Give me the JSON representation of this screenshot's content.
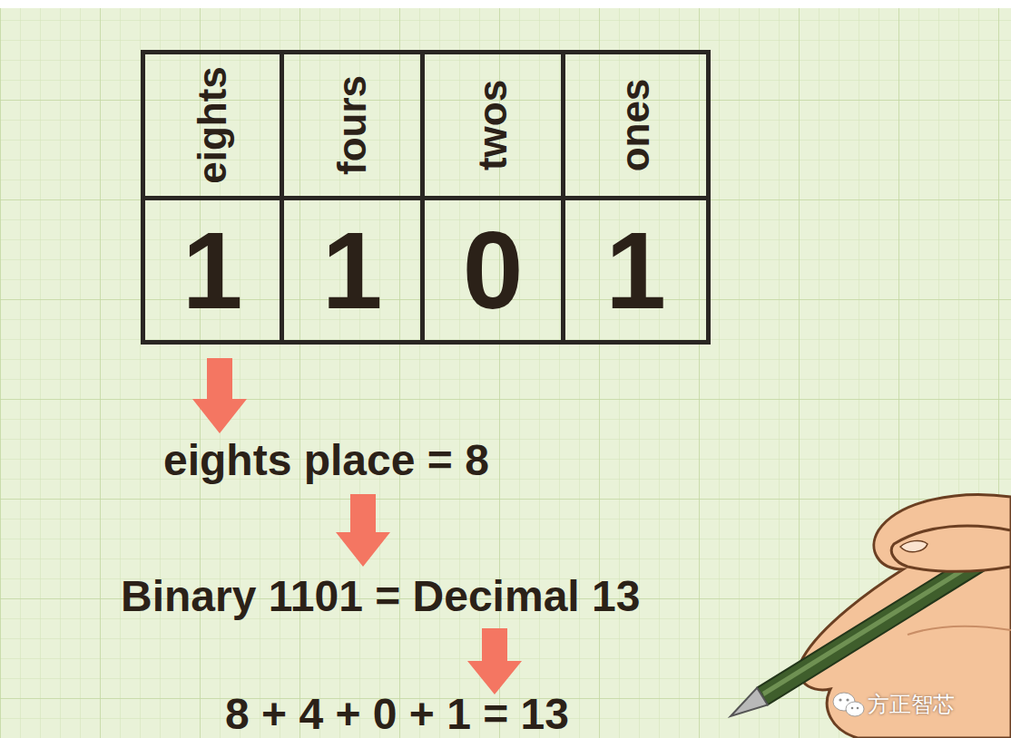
{
  "diagram": {
    "nodes": [
      {
        "text": [
          "eights"
        ]
      },
      {
        "text": [
          "fours"
        ]
      },
      {
        "text": [
          "twos"
        ]
      },
      {
        "text": [
          "ones"
        ]
      },
      {
        "text": [
          "1"
        ]
      },
      {
        "text": [
          "1"
        ]
      },
      {
        "text": [
          "0"
        ]
      },
      {
        "text": [
          "1"
        ]
      }
    ],
    "labels": [
      "eights place = 8",
      "Binary 1101 = Decimal 13",
      "8 + 4 + 0 + 1 = 13",
      "方正智芯"
    ]
  }
}
